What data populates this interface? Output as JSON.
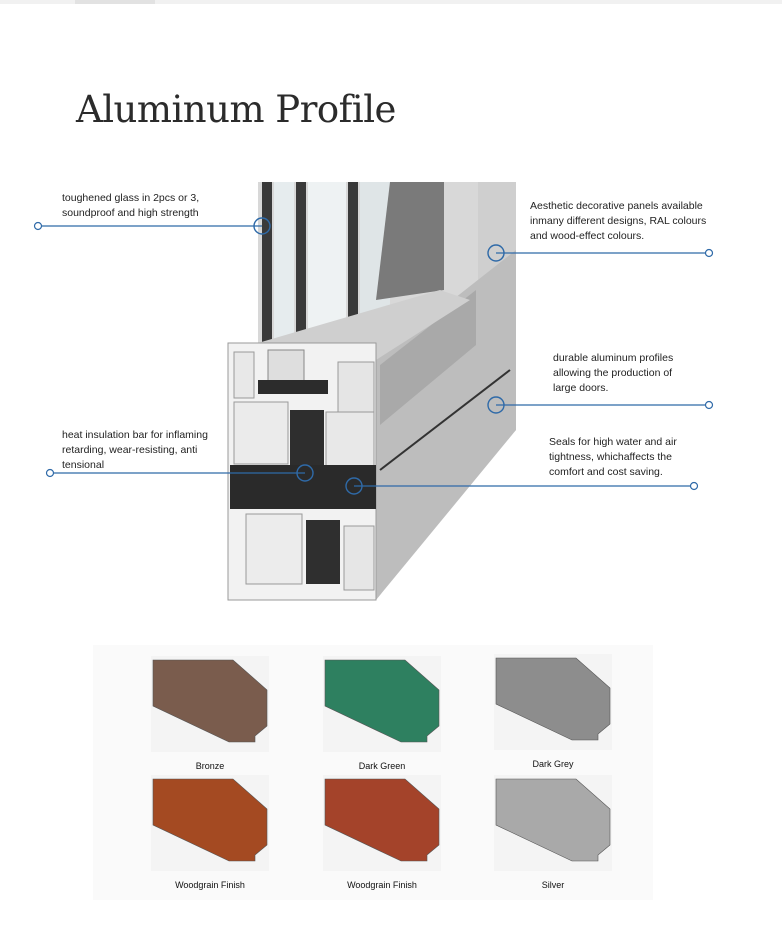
{
  "page": {
    "title": "Aluminum Profile"
  },
  "callouts": {
    "glass": "toughened glass in 2pcs or 3,\nsoundproof and high strength",
    "panels": "Aesthetic decorative panels available\ninmany different designs, RAL colours\nand wood-effect colours.",
    "durable": "durable aluminum profiles\nallowing the production of\nlarge doors.",
    "insulation": "heat insulation bar for inflaming\nretarding, wear-resisting, anti\ntensional",
    "seals": "Seals for high water and air\ntightness, whichaffects the\ncomfort and cost saving."
  },
  "colors": {
    "callout_line": "#2f6aa8",
    "profile_metal": "#c9c9c9",
    "gasket": "#2a2a2a"
  },
  "finishes": [
    {
      "label": "Bronze",
      "color": "#7a5c4d"
    },
    {
      "label": "Dark Green",
      "color": "#2e8060"
    },
    {
      "label": "Dark Grey",
      "color": "#8d8d8d"
    },
    {
      "label": "Woodgrain Finish",
      "color": "#a44a22"
    },
    {
      "label": "Woodgrain Finish",
      "color": "#a4432a"
    },
    {
      "label": "Silver",
      "color": "#a9a9a9"
    }
  ]
}
